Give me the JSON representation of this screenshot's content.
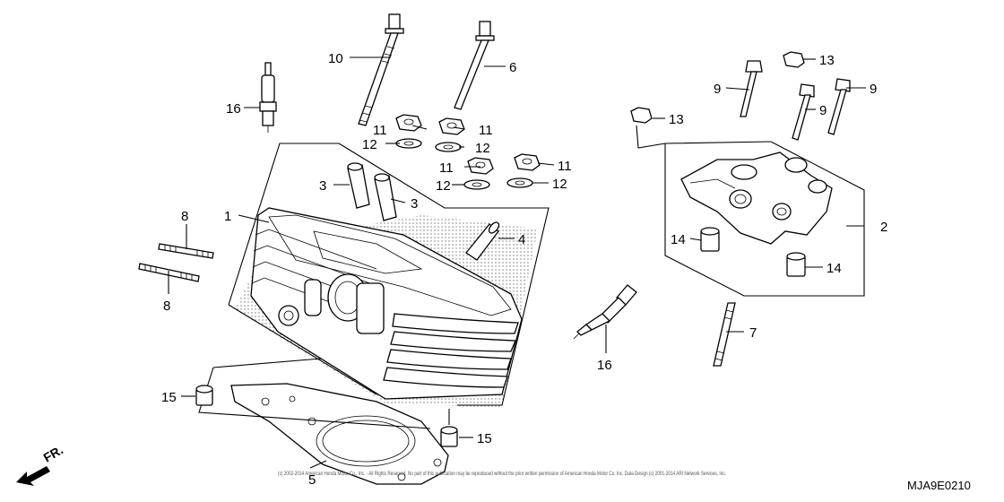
{
  "labels": {
    "l1": "1",
    "l2": "2",
    "l3a": "3",
    "l3b": "3",
    "l4": "4",
    "l5": "5",
    "l6": "6",
    "l7": "7",
    "l8a": "8",
    "l8b": "8",
    "l9a": "9",
    "l9b": "9",
    "l9c": "9",
    "l10": "10",
    "l11a": "11",
    "l11b": "11",
    "l11c": "11",
    "l11d": "11",
    "l12a": "12",
    "l12b": "12",
    "l12c": "12",
    "l12d": "12",
    "l13a": "13",
    "l13b": "13",
    "l14a": "14",
    "l14b": "14",
    "l15a": "15",
    "l15b": "15",
    "l16a": "16",
    "l16b": "16"
  },
  "front_indicator": "FR.",
  "diagram_code": "MJA9E0210",
  "copyright": "(c) 2002-2014 American Honda Motor Co., Inc. - All Rights Reserved. No part of this publication may be reproduced without the prior written permission of American Honda Motor Co. Inc. Data Design (c) 2001-2014 ARI Network Services, Inc."
}
